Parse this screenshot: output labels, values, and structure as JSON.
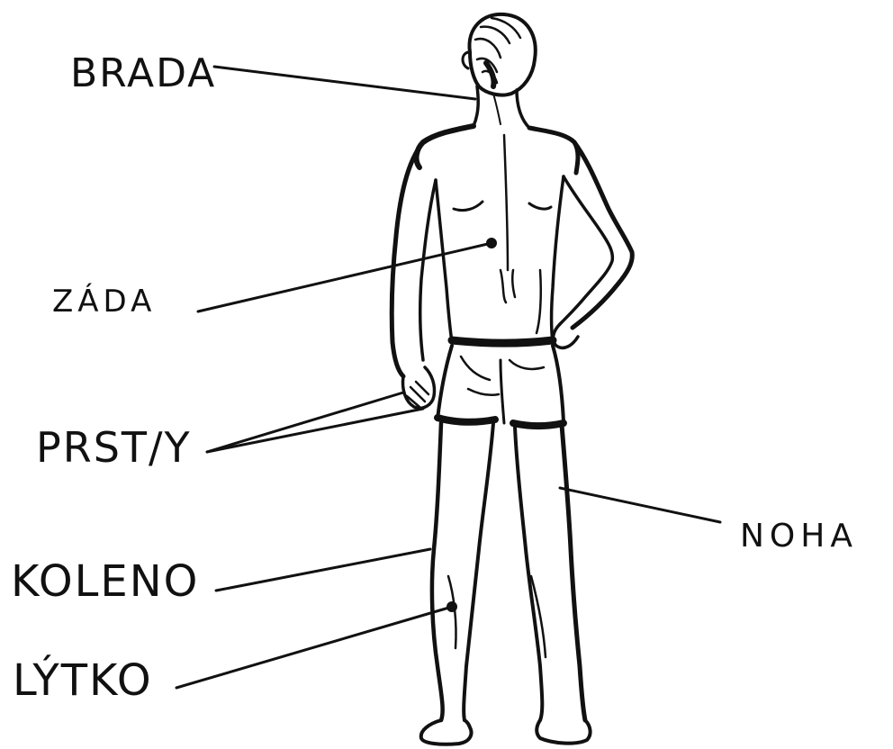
{
  "labels": {
    "brada": "BRADA",
    "zada": "ZÁDA",
    "prst": "PRST/Y",
    "noha": "NOHA",
    "koleno": "KOLENO",
    "lytko": "LÝTKO"
  },
  "colors": {
    "ink": "#111111",
    "background": "#ffffff"
  }
}
